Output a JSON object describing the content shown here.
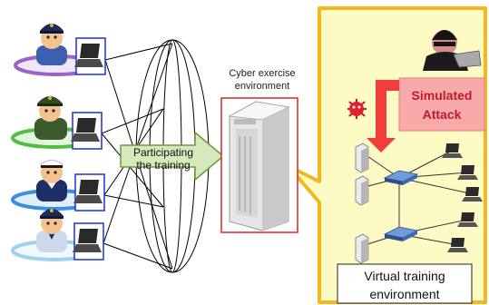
{
  "server": {
    "label_line1": "Cyber exercise",
    "label_line2": "environment"
  },
  "arrow": {
    "label_line1": "Participating",
    "label_line2": "the training"
  },
  "attack": {
    "label_line1": "Simulated",
    "label_line2": "Attack"
  },
  "virtual_env": {
    "label_line1": "Virtual training",
    "label_line2": "environment"
  },
  "colors": {
    "callout_fill": "#fdfac3",
    "callout_border": "#f5b81c",
    "attack_fill": "#f7aaa9",
    "attack_text": "#c0192b",
    "attack_arrow": "#ee3d3a",
    "arrow_fill": "#d5e9bc",
    "arrow_border": "#6c9a3d",
    "server_border": "#e02222",
    "laptop_border": "#1f2fd8"
  },
  "participants": [
    {
      "role": "police-officer",
      "ring_color": "#9b62c8"
    },
    {
      "role": "soldier",
      "ring_color": "#4fbf3f"
    },
    {
      "role": "sailor",
      "ring_color": "#3a8fe0"
    },
    {
      "role": "officer",
      "ring_color": "#9ed1ee"
    }
  ]
}
